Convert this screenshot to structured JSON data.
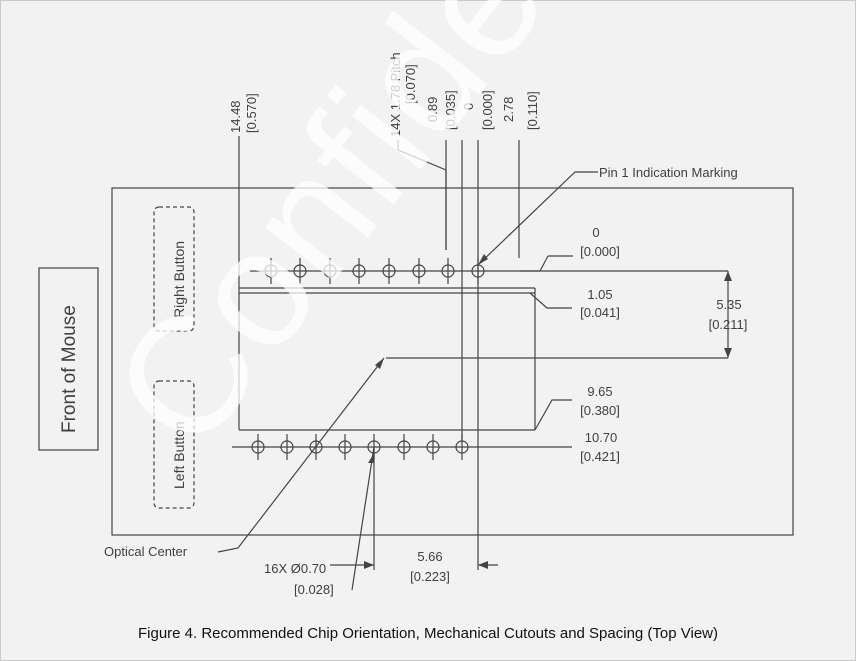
{
  "labels": {
    "front_of_mouse": "Front of Mouse",
    "right_button": "Right Button",
    "left_button": "Left Button",
    "pin1": "Pin 1 Indication Marking",
    "optical_center": "Optical Center"
  },
  "dims_top": [
    {
      "line1": "14.48",
      "line2": "[0.570]"
    },
    {
      "line1": "14X  1.78  Pitch",
      "line2": "[0.070]"
    },
    {
      "line1": "0.89",
      "line2": "[0.035]"
    },
    {
      "line1": "0",
      "line2": "[0.000]"
    },
    {
      "line1": "2.78",
      "line2": "[0.110]"
    }
  ],
  "dims_right": [
    {
      "line1": "0",
      "line2": "[0.000]"
    },
    {
      "line1": "1.05",
      "line2": "[0.041]"
    },
    {
      "line1": "5.35",
      "line2": "[0.211]"
    },
    {
      "line1": "9.65",
      "line2": "[0.380]"
    },
    {
      "line1": "10.70",
      "line2": "[0.421]"
    }
  ],
  "dims_bottom": [
    {
      "line1": "16X  Ø0.70",
      "line2": "[0.028]"
    },
    {
      "line1": "5.66",
      "line2": "[0.223]"
    }
  ],
  "caption": "Figure 4. Recommended Chip Orientation, Mechanical Cutouts and Spacing (Top View)",
  "watermark": "Confidential"
}
